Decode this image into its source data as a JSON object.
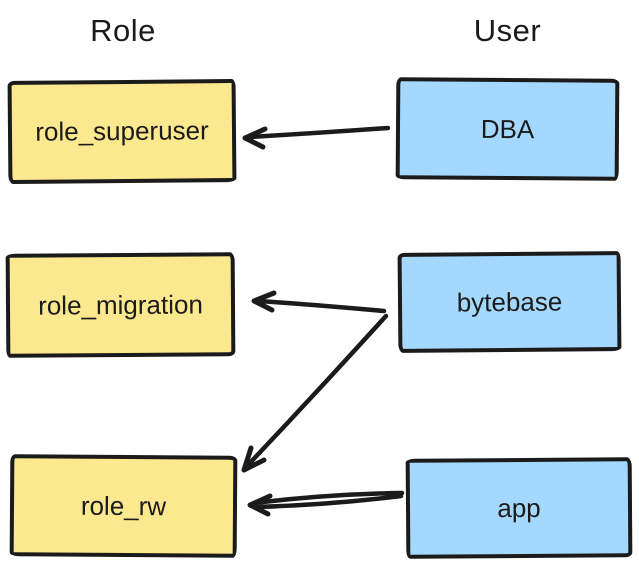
{
  "diagram": {
    "left_column_title": "Role",
    "right_column_title": "User",
    "roles": [
      {
        "id": "role_superuser",
        "label": "role_superuser"
      },
      {
        "id": "role_migration",
        "label": "role_migration"
      },
      {
        "id": "role_rw",
        "label": "role_rw"
      }
    ],
    "users": [
      {
        "id": "DBA",
        "label": "DBA"
      },
      {
        "id": "bytebase",
        "label": "bytebase"
      },
      {
        "id": "app",
        "label": "app"
      }
    ],
    "edges": [
      {
        "from": "DBA",
        "to": "role_superuser"
      },
      {
        "from": "bytebase",
        "to": "role_migration"
      },
      {
        "from": "bytebase",
        "to": "role_rw"
      },
      {
        "from": "app",
        "to": "role_rw"
      }
    ],
    "colors": {
      "role_fill": "#FBE88F",
      "user_fill": "#A5D8FF",
      "stroke": "#1B1B1B",
      "background": "#FFFFFF"
    }
  }
}
